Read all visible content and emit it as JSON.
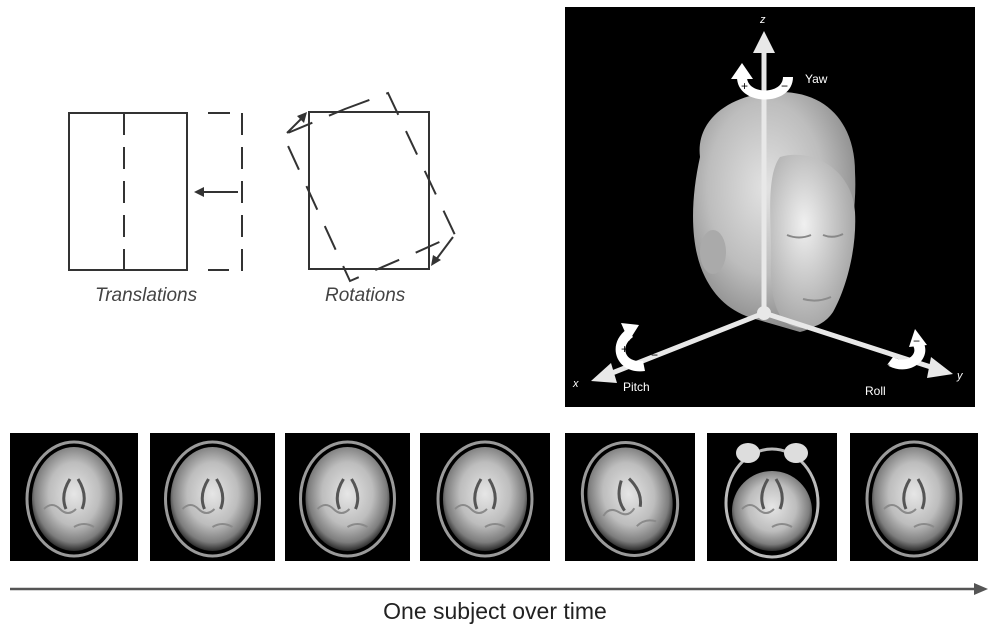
{
  "motion_types": {
    "translations_label": "Translations",
    "rotations_label": "Rotations"
  },
  "head_axes": {
    "z_label": "z",
    "x_label": "x",
    "y_label": "y",
    "yaw_label": "Yaw",
    "pitch_label": "Pitch",
    "roll_label": "Roll",
    "plus": "+",
    "minus": "−"
  },
  "timeline": {
    "label": "One subject over time",
    "scan_count": 7
  },
  "colors": {
    "panel_background": "#000000",
    "axis_color": "#e8e8e8",
    "head_color": "#c9c9c9"
  }
}
